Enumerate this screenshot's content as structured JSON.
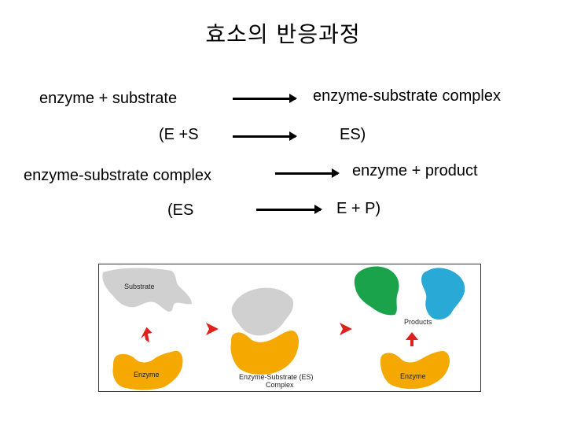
{
  "title": "효소의 반응과정",
  "equations": {
    "row1_left": "enzyme + substrate",
    "row1_right": "enzyme-substrate complex",
    "row2_left": "(E +S",
    "row2_right": "ES)",
    "row3_left": "enzyme-substrate complex",
    "row3_right": "enzyme + product",
    "row4_left": "(ES",
    "row4_right": "E + P)"
  },
  "figure": {
    "substrate_label": "Substrate",
    "enzyme_label_1": "Enzyme",
    "es_label_line1": "Enzyme-Substrate (ES)",
    "es_label_line2": "Complex",
    "products_label": "Products",
    "enzyme_label_2": "Enzyme"
  },
  "colors": {
    "substrate": "#d0d0d0",
    "enzyme": "#f5a800",
    "product_green": "#1aa34a",
    "product_blue": "#29a9d6",
    "arrow_red": "#e0201b"
  }
}
